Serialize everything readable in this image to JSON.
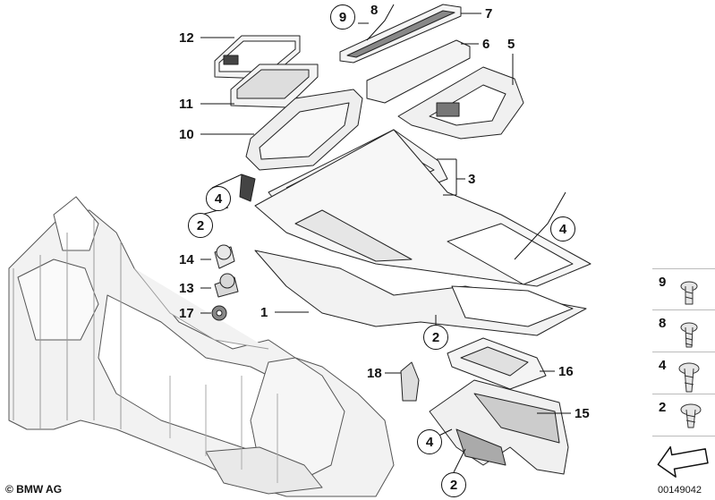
{
  "callouts": {
    "n1": "1",
    "n2": "2",
    "n3": "3",
    "n4": "4",
    "n5": "5",
    "n6": "6",
    "n7": "7",
    "n8": "8",
    "n9": "9",
    "n10": "10",
    "n11": "11",
    "n12": "12",
    "n13": "13",
    "n14": "14",
    "n15": "15",
    "n16": "16",
    "n17": "17",
    "n18": "18"
  },
  "side_parts": [
    "9",
    "8",
    "4",
    "2"
  ],
  "copyright": "© BMW AG",
  "catalog_number": "00149042"
}
